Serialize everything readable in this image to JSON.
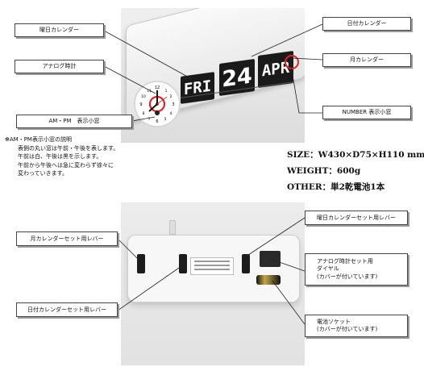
{
  "top_labels": {
    "weekday_calendar": "曜日カレンダー",
    "analog_clock": "アナログ時計",
    "ampm_window": "AM・PM　表示小窓",
    "date_calendar": "日付カレンダー",
    "month_calendar": "月カレンダー",
    "number_window": "NUMBER 表示小窓"
  },
  "clock_face": {
    "day": "FRI",
    "date": "24",
    "month": "APR"
  },
  "note": {
    "title": "✻AM・PM表示小窓の説明",
    "lines": [
      "表側の丸い窓は午前・午後を表します。",
      "午前は白、午後は黒を示します。",
      "午前から午後へは急に変わらず徐々に",
      "変わっていきます。"
    ]
  },
  "specs": {
    "size": "SIZE：W430×D75×H110 mm",
    "weight": "WEIGHT：600g",
    "other": "OTHER：単2乾電池1本"
  },
  "bottom_labels": {
    "month_lever": "月カレンダーセット用レバー",
    "date_lever": "日付カレンダーセット用レバー",
    "weekday_lever": "曜日カレンダーセット用レバー",
    "analog_dial_line1": "アナログ時計セット用",
    "analog_dial_line2": "ダイヤル",
    "analog_dial_line3": "(カバーが付いています)",
    "battery_line1": "電池ソケット",
    "battery_line2": "(カバーが付いています)"
  },
  "colors": {
    "background": "#ffffff",
    "label_border": "#444444",
    "flip_card": "#1a1a1a",
    "clock_red": "#d9262b"
  }
}
